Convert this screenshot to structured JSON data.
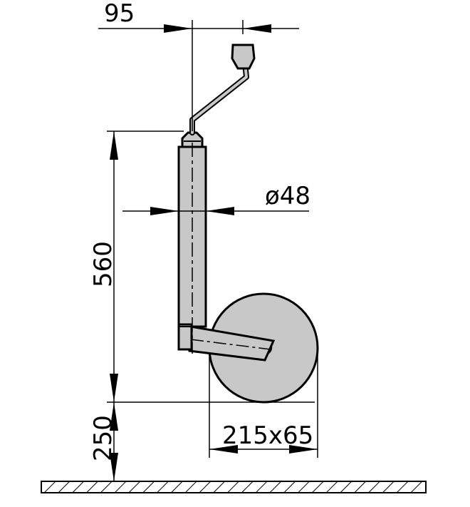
{
  "drawing": {
    "dimensions": {
      "handle_offset": "95",
      "tube_diameter": "ø48",
      "column_height": "560",
      "ground_clearance": "250",
      "wheel_size": "215x65"
    },
    "colors": {
      "part_fill": "#c8c8c8",
      "line": "#000000",
      "background": "#ffffff"
    }
  }
}
